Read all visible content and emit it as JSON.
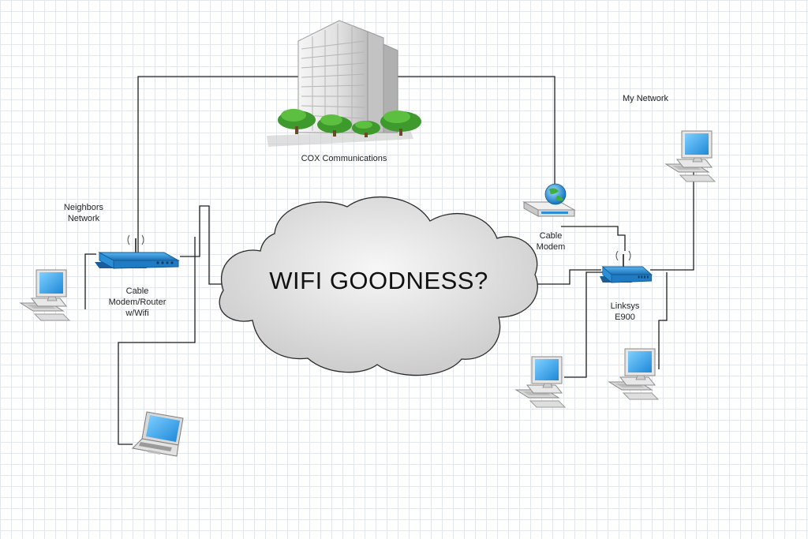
{
  "diagram": {
    "cloud_label": "WIFI GOODNESS?",
    "isp_label": "COX Communications",
    "neighbors_label": "Neighbors\nNetwork",
    "neighbor_router_label": "Cable\nModem/Router\nw/Wifi",
    "my_network_label": "My Network",
    "cable_modem_label": "Cable\nModem",
    "linksys_label": "Linksys\nE900"
  },
  "icons": {
    "building": "office-building-icon",
    "router": "wireless-router-icon",
    "modem": "cable-modem-globe-icon",
    "desktop": "desktop-computer-icon",
    "laptop": "laptop-icon"
  },
  "colors": {
    "router_blue": "#2a8fd6",
    "screen_blue": "#39a6e8",
    "cloud_fill": "#dcdcdc",
    "tree_green": "#3f9a2e"
  }
}
